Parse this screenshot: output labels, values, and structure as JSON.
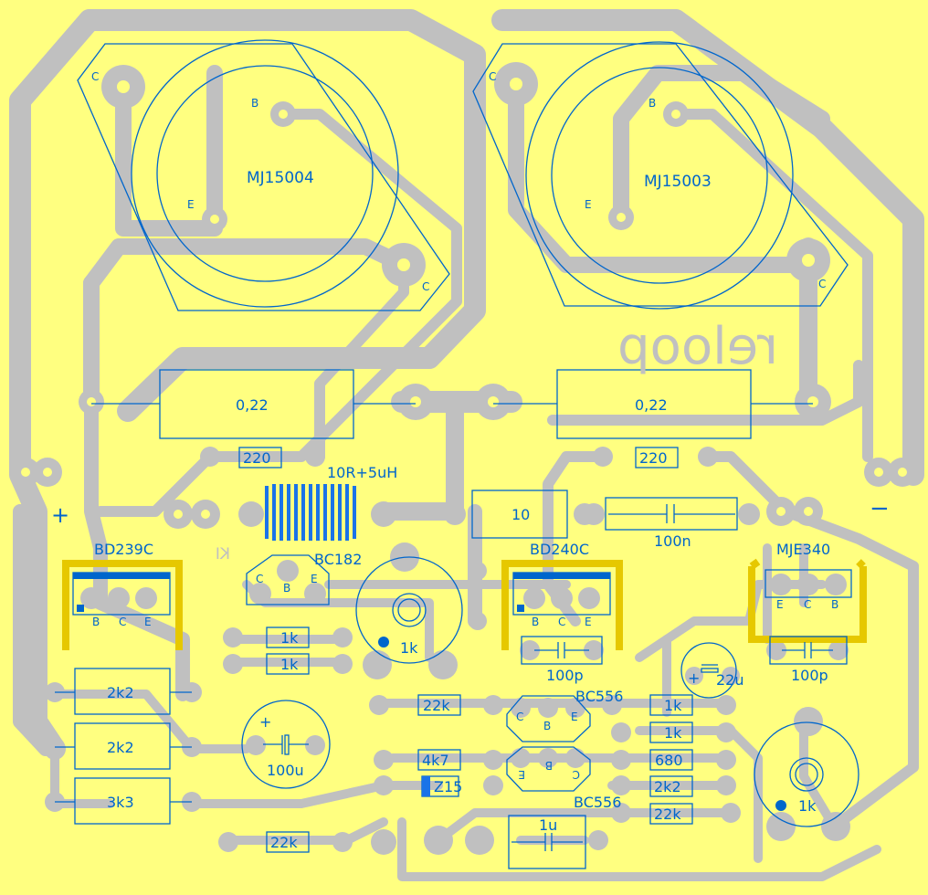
{
  "labels": {
    "q_mj15004": "MJ15004",
    "q_mj15003": "MJ15003",
    "r_022_left": "0,22",
    "r_022_right": "0,22",
    "r_220_left": "220",
    "r_220_right": "220",
    "inductor": "10R+5uH",
    "r_10": "10",
    "c_100n": "100n",
    "q_bd239c": "BD239C",
    "q_bc182": "BC182",
    "q_bd240c": "BD240C",
    "q_mje340": "MJE340",
    "r_1k_a": "1k",
    "r_1k_b": "1k",
    "pot_1k_a": "1k",
    "c_100p_a": "100p",
    "c_100p_b": "100p",
    "c_22u": "22u",
    "r_2k2_a": "2k2",
    "r_2k2_b": "2k2",
    "r_3k3": "3k3",
    "c_100u": "100u",
    "r_22k_a": "22k",
    "q_bc556_a": "BC556",
    "r_1k_c": "1k",
    "r_1k_d": "1k",
    "r_680": "680",
    "r_2k2_c": "2k2",
    "r_22k_b": "22k",
    "r_4k7": "4k7",
    "z_15": "Z15",
    "q_bc556_b": "BC556",
    "pot_1k_b": "1k",
    "c_1u": "1u",
    "r_22k_c": "22k",
    "plus": "+",
    "minus": "−",
    "brand": "reloop",
    "ki": "KI",
    "pins": {
      "c": "C",
      "b": "B",
      "e": "E"
    }
  }
}
